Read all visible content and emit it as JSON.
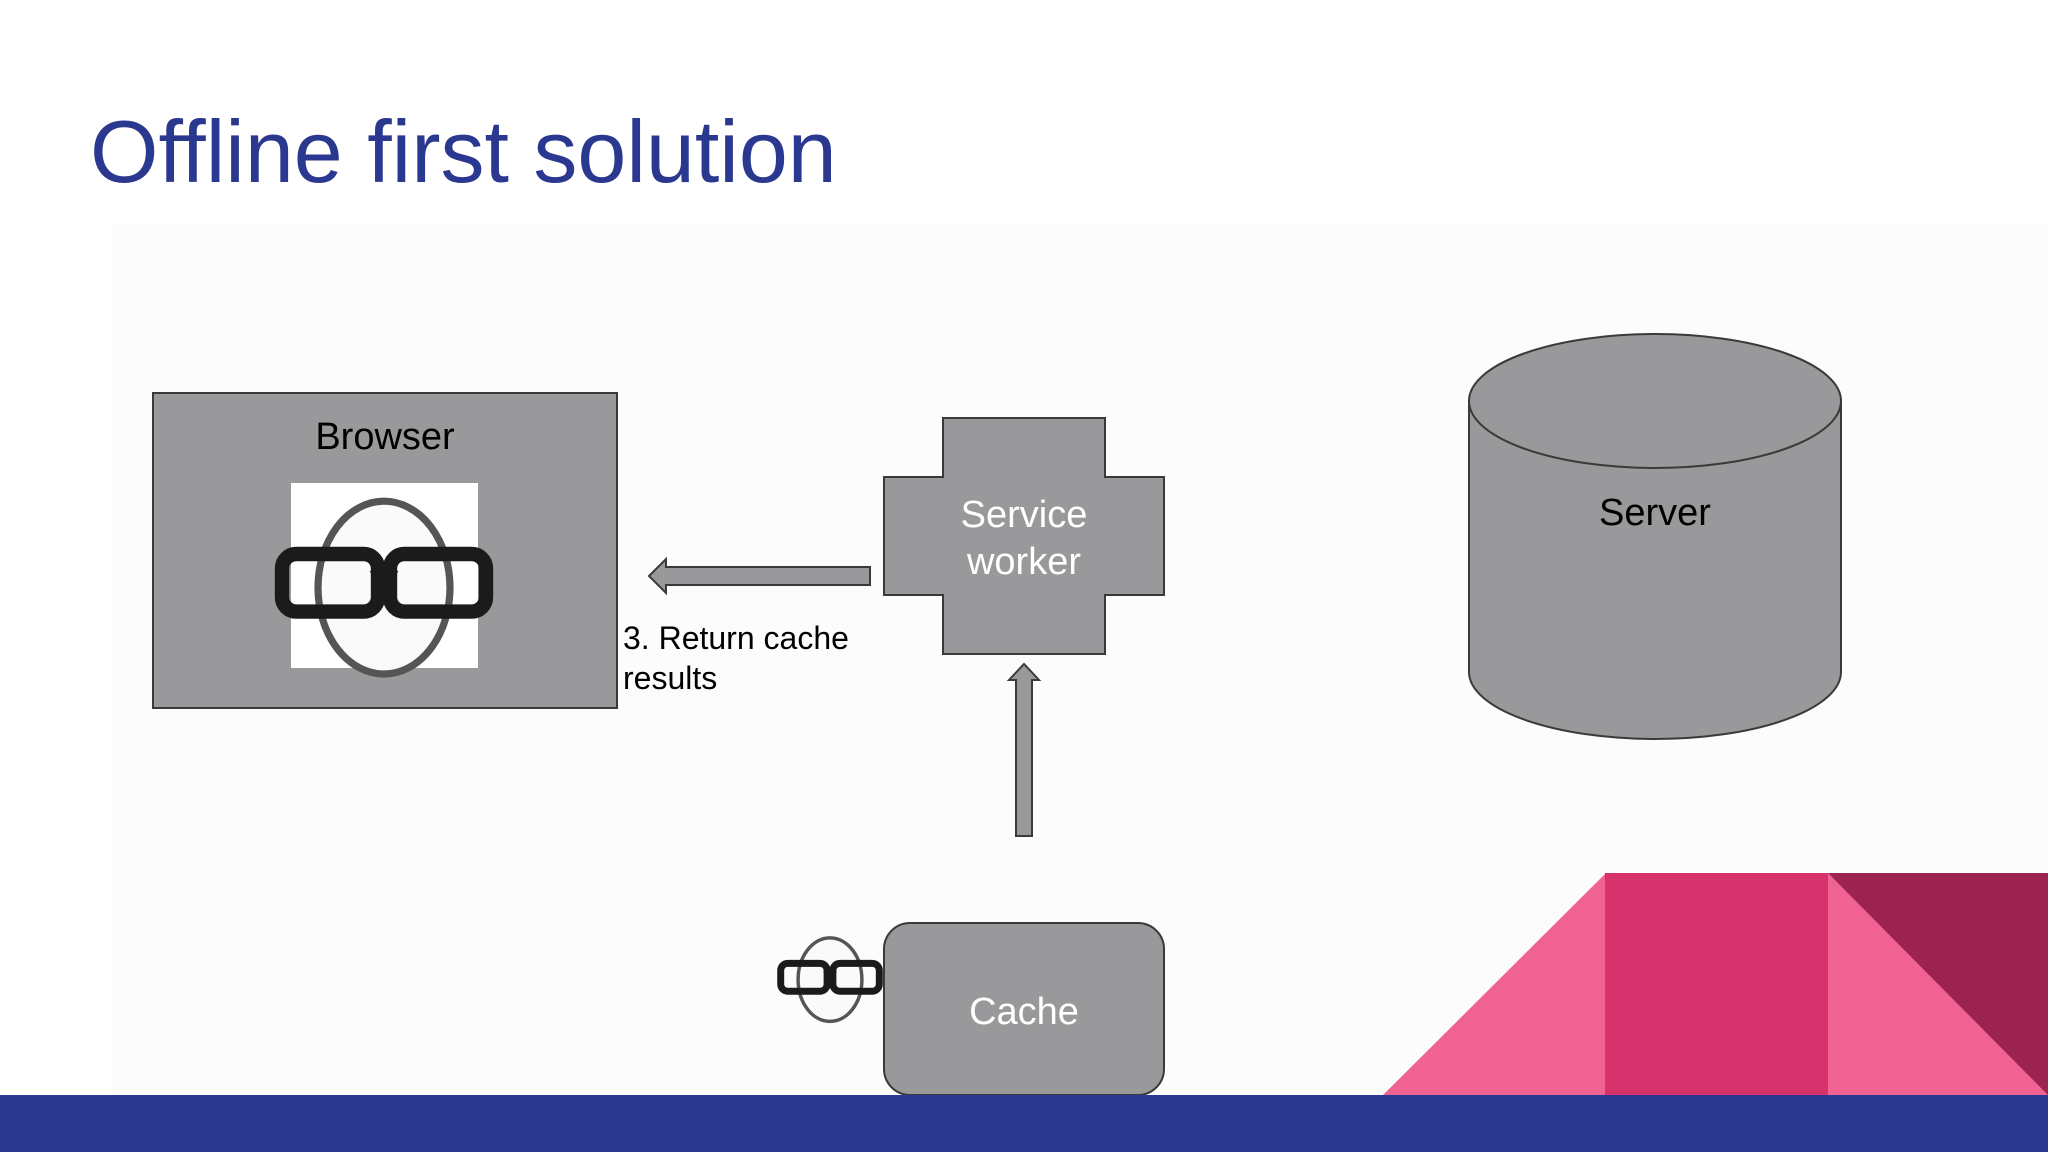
{
  "slide": {
    "title": "Offline first solution"
  },
  "diagram": {
    "nodes": {
      "browser": {
        "label": "Browser",
        "icon": "nerd-egg-logo"
      },
      "service_worker": {
        "label_line1": "Service",
        "label_line2": "worker"
      },
      "server": {
        "label": "Server"
      },
      "cache": {
        "label": "Cache",
        "icon": "nerd-egg-logo"
      }
    },
    "edges": {
      "return_cache": {
        "from": "service_worker",
        "to": "browser",
        "label_line1": "3. Return cache",
        "label_line2": "results"
      },
      "cache_to_sw": {
        "from": "cache",
        "to": "service_worker"
      }
    }
  },
  "colors": {
    "title": "#2b388f",
    "node_fill": "#99989a",
    "node_stroke": "#3a3a3a",
    "footer": "#2b388f",
    "accent_pink": "#f06292",
    "accent_magenta": "#d6336c",
    "accent_maroon": "#9c234f"
  }
}
